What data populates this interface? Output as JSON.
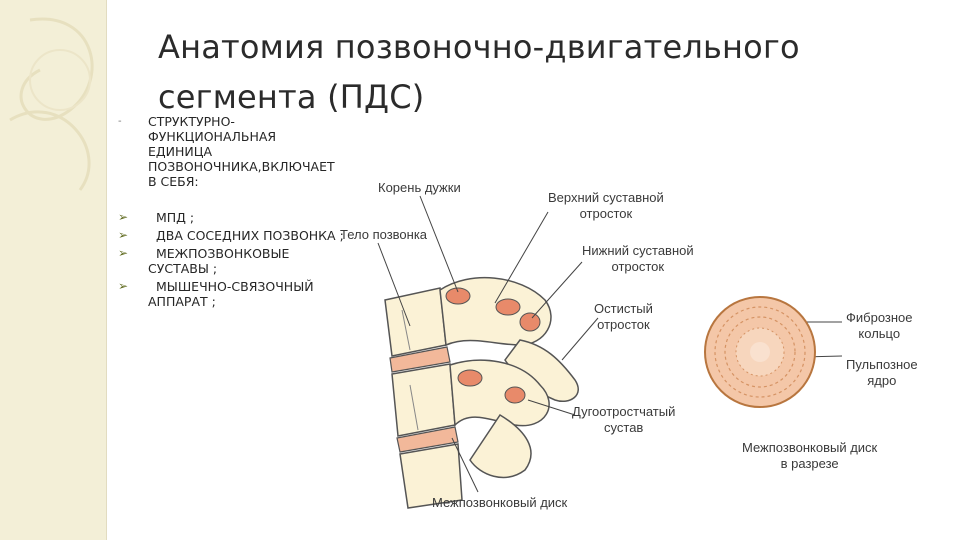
{
  "title": {
    "line1": "Анатомия позвоночно-двигательного",
    "line2": "сегмента (ПДС)"
  },
  "intro": {
    "dash": "-",
    "text": "СТРУКТУРНО-ФУНКЦИОНАЛЬНАЯ ЕДИНИЦА ПОЗВОНОЧНИКА,ВКЛЮЧАЕТ В СЕБЯ:"
  },
  "bullets": [
    {
      "icon": "arrow-bullet-icon",
      "text": "МПД ;"
    },
    {
      "icon": "arrow-bullet-icon",
      "text": "ДВА СОСЕДНИХ ПОЗВОНКА ;"
    },
    {
      "icon": "arrow-bullet-icon",
      "text": "МЕЖПОЗВОНКОВЫЕ СУСТАВЫ ;"
    },
    {
      "icon": "arrow-bullet-icon",
      "text": "МЫШЕЧНО-СВЯЗОЧНЫЙ АППАРАТ ;"
    }
  ],
  "figure_labels": {
    "koren_duzhki": "Корень дужки",
    "verkhniy_1": "Верхний суставной",
    "verkhniy_2": "отросток",
    "telo": "Тело позвонка",
    "nizhniy_1": "Нижний суставной",
    "nizhniy_2": "отросток",
    "ostistyi_1": "Остистый",
    "ostistyi_2": "отросток",
    "dugo_1": "Дугоотростчатый",
    "dugo_2": "сустав",
    "mezhpozv_disk": "Межпозвонковый диск",
    "fibroznoe_1": "Фиброзное",
    "fibroznoe_2": "кольцо",
    "pulpoznoe_1": "Пульпозное",
    "pulpoznoe_2": "ядро",
    "disk_razrez_1": "Межпозвонковый диск",
    "disk_razrez_2": "в разрезе"
  },
  "colors": {
    "background_band": "#f3efd7",
    "bone": "#fbf2d6",
    "disc": "#f2b89a",
    "joint": "#e88a6a",
    "bullet": "#5f6a1e"
  }
}
